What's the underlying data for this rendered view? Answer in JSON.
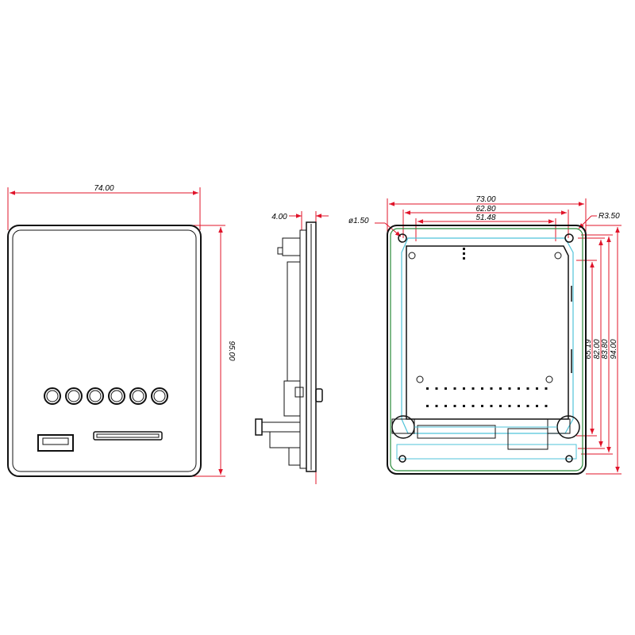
{
  "front_view": {
    "width_label": "74.00",
    "height_label": "95.00",
    "button_count": 6
  },
  "side_view": {
    "thickness_label": "4.00"
  },
  "back_view": {
    "hole_label": "ø1.50",
    "radius_label": "R3.50",
    "widths": [
      "73.00",
      "62.80",
      "51.48"
    ],
    "heights": [
      "65.19",
      "82.00",
      "83.80",
      "94.00"
    ]
  },
  "colors": {
    "dimension": "#e0142a",
    "outline": "#111111",
    "board_edge": "#2a8a3a",
    "inner_edge": "#4fc3d9"
  }
}
